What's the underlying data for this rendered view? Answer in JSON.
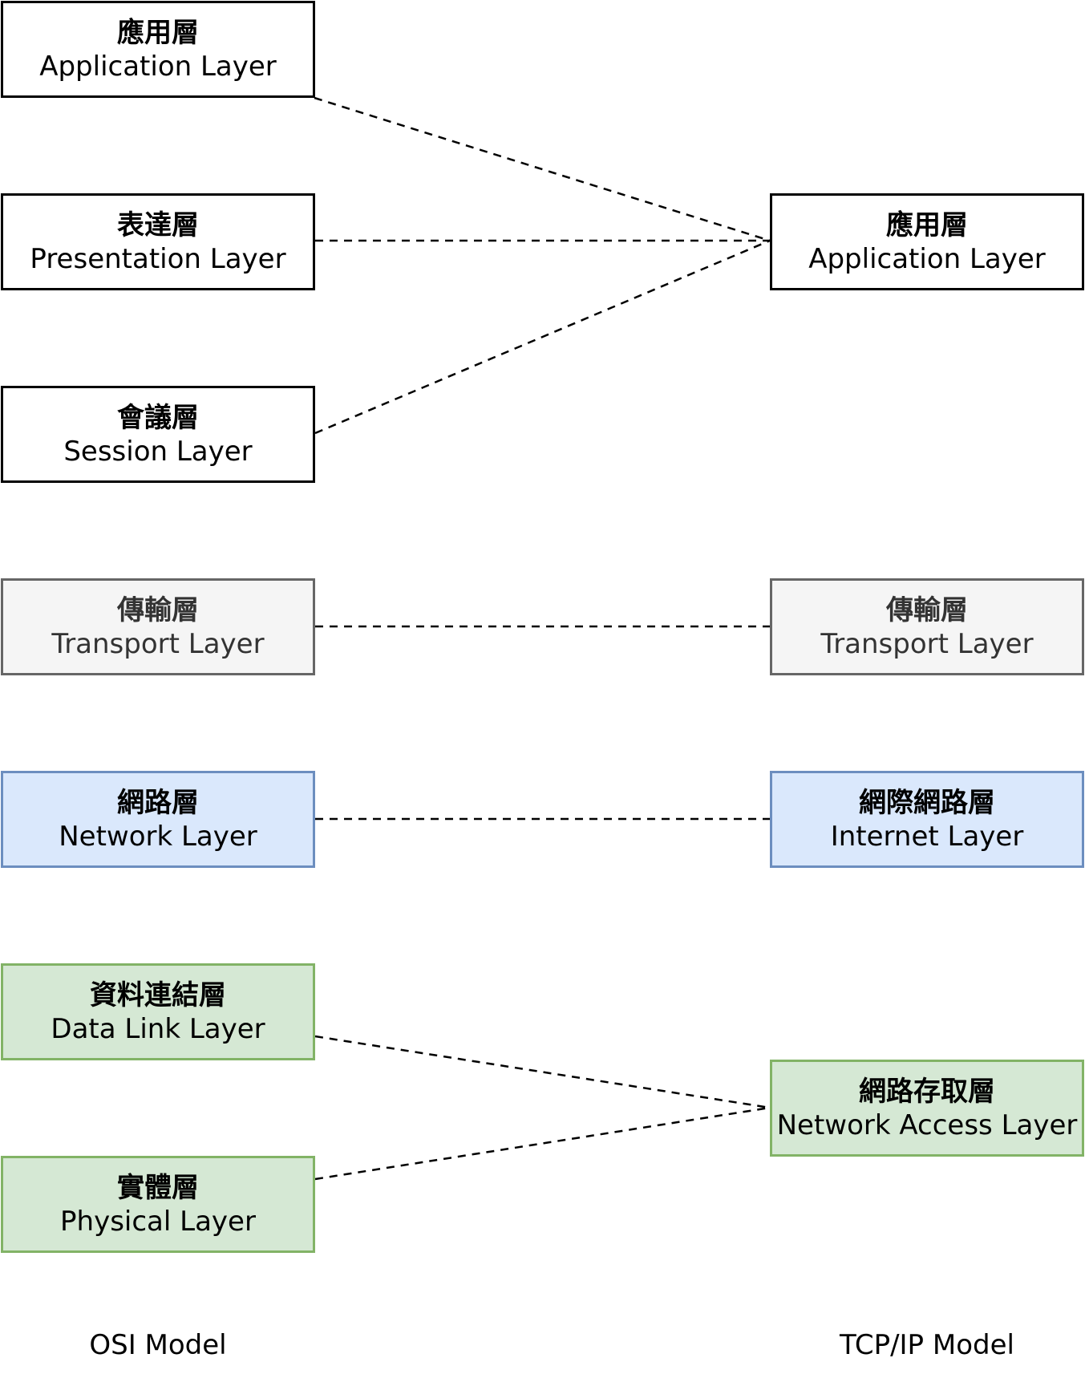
{
  "osi": {
    "caption": "OSI Model",
    "layers": {
      "application": {
        "zh": "應用層",
        "en": "Application Layer"
      },
      "presentation": {
        "zh": "表達層",
        "en": "Presentation Layer"
      },
      "session": {
        "zh": "會議層",
        "en": "Session Layer"
      },
      "transport": {
        "zh": "傳輸層",
        "en": "Transport Layer"
      },
      "network": {
        "zh": "網路層",
        "en": "Network Layer"
      },
      "datalink": {
        "zh": "資料連結層",
        "en": "Data Link Layer"
      },
      "physical": {
        "zh": "實體層",
        "en": "Physical Layer"
      }
    }
  },
  "tcpip": {
    "caption": "TCP/IP Model",
    "layers": {
      "application": {
        "zh": "應用層",
        "en": "Application Layer"
      },
      "transport": {
        "zh": "傳輸層",
        "en": "Transport Layer"
      },
      "internet": {
        "zh": "網際網路層",
        "en": "Internet Layer"
      },
      "network_access": {
        "zh": "網路存取層",
        "en": "Network Access Layer"
      }
    }
  },
  "mappings": [
    {
      "from": "application",
      "to": "application"
    },
    {
      "from": "presentation",
      "to": "application"
    },
    {
      "from": "session",
      "to": "application"
    },
    {
      "from": "transport",
      "to": "transport"
    },
    {
      "from": "network",
      "to": "internet"
    },
    {
      "from": "datalink",
      "to": "network_access"
    },
    {
      "from": "physical",
      "to": "network_access"
    }
  ],
  "colors": {
    "default_fill": "#ffffff",
    "default_stroke": "#000000",
    "transport_fill": "#f5f5f5",
    "transport_stroke": "#666666",
    "network_fill": "#dae8fc",
    "network_stroke": "#6c8ebf",
    "link_fill": "#d5e8d4",
    "link_stroke": "#82b366",
    "connector": "#000000"
  }
}
